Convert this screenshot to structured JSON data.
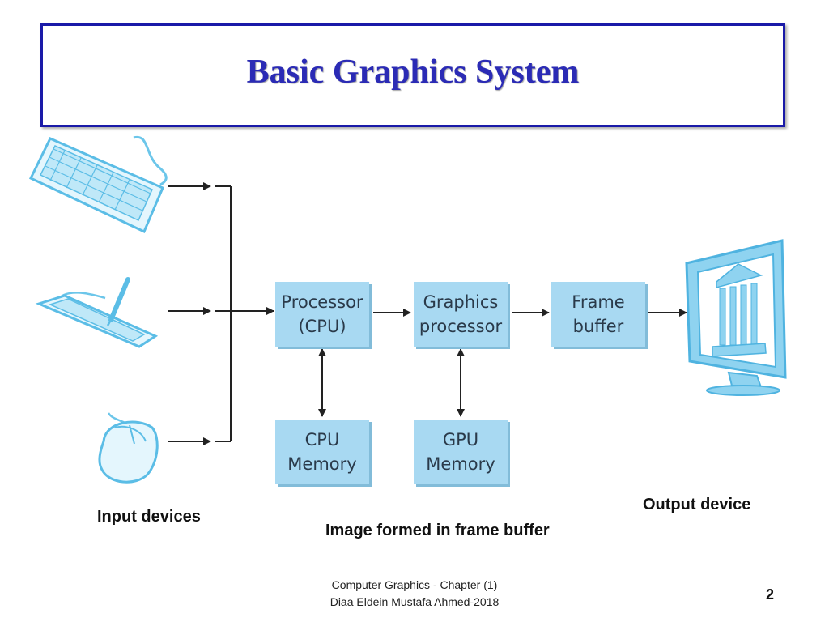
{
  "title": "Basic Graphics System",
  "blocks": {
    "cpu": "Processor\n(CPU)",
    "gpu": "Graphics\nprocessor",
    "frame_buffer": "Frame\nbuffer",
    "cpu_memory": "CPU\nMemory",
    "gpu_memory": "GPU\nMemory"
  },
  "labels": {
    "input_devices": "Input devices",
    "output_device": "Output device",
    "image_formed": "Image formed in frame buffer"
  },
  "footer": {
    "line1": "Computer Graphics - Chapter (1)",
    "line2": "Diaa Eldein Mustafa Ahmed-2018",
    "page": "2"
  },
  "icons": [
    "keyboard-icon",
    "tablet-icon",
    "mouse-icon",
    "monitor-icon"
  ],
  "colors": {
    "title": "#2b2bb5",
    "border": "#1a1aa8",
    "block": "#a8d9f2",
    "device": "#6cc6ea"
  }
}
